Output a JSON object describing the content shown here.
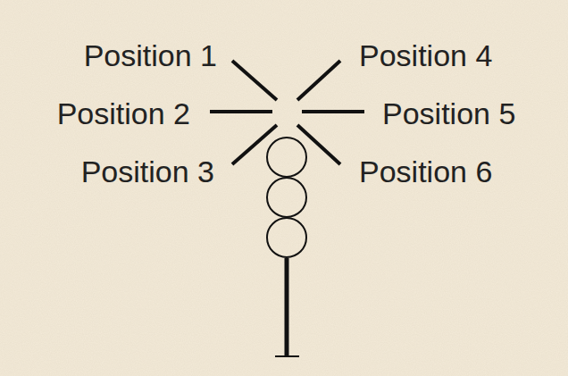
{
  "diagram": {
    "labels": [
      "Position 1",
      "Position 2",
      "Position 3",
      "Position 4",
      "Position 5",
      "Position 6"
    ]
  }
}
